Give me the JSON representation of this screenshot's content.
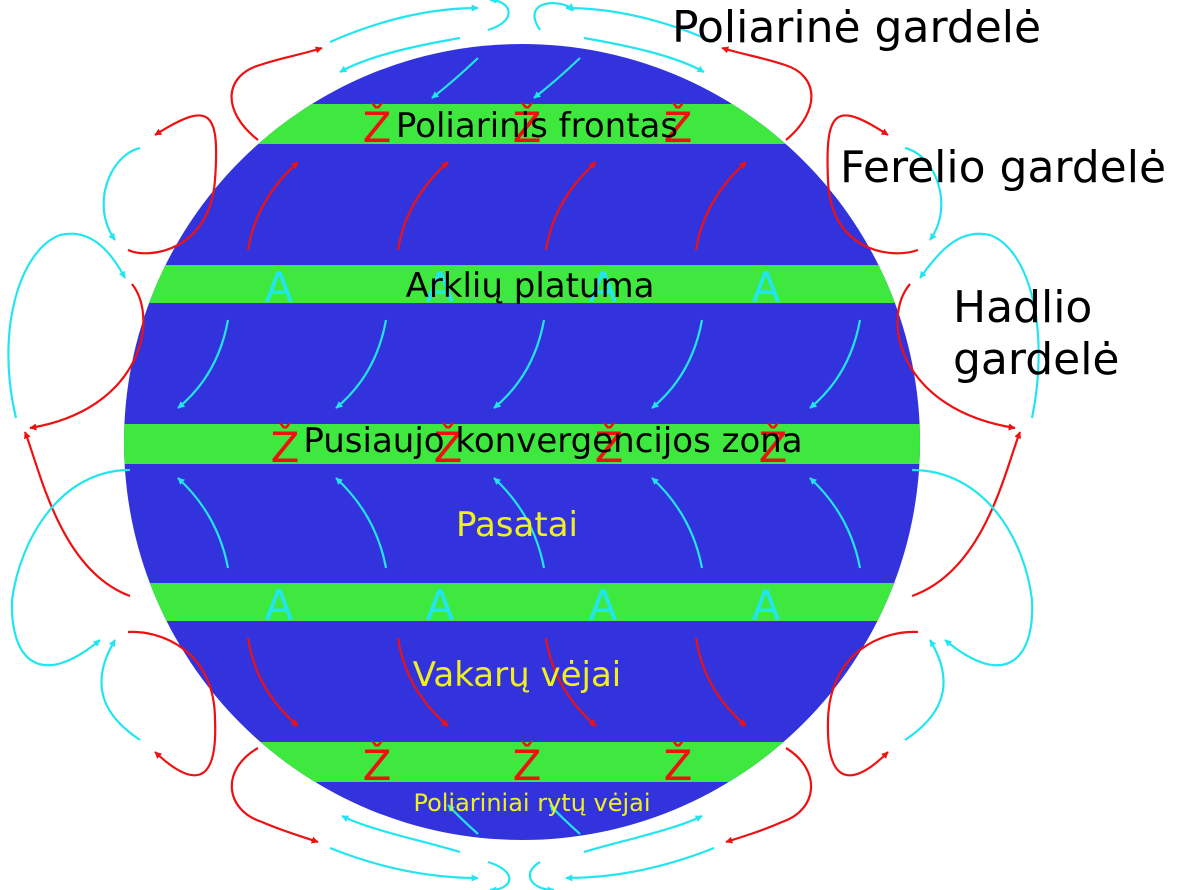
{
  "colors": {
    "ocean": "#3333dd",
    "belt": "#3ee83e",
    "warm_arrow": "#ee1111",
    "cool_arrow": "#22e5f0",
    "high_label": "#22e5f0",
    "low_label": "#ee1111",
    "wind_label": "#f0f020",
    "zone_label": "#000000"
  },
  "cells": {
    "polar": "Poliarinė gardelė",
    "ferrel": "Ferelio gardelė",
    "hadley_line1": "Hadlio",
    "hadley_line2": "gardelė"
  },
  "zones": {
    "polar_front": "Poliarinis frontas",
    "horse_latitudes": "Arklių platuma",
    "itcz": "Pusiaujo konvergencijos zona"
  },
  "winds": {
    "trade": "Pasatai",
    "westerlies": "Vakarų vėjai",
    "polar_easterlies": "Poliariniai rytų vėjai"
  },
  "pressure": {
    "low": "Ž",
    "high": "A"
  }
}
